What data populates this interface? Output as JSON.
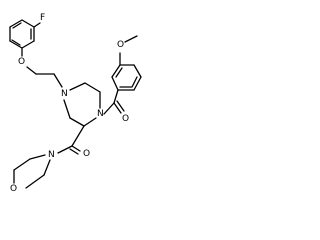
{
  "molecule": {
    "atoms": {
      "fluorine": "F",
      "ether_oxygen": "O",
      "piperazine_n4": "N",
      "piperazine_n1": "N",
      "amide_oxygen_benzoyl": "O",
      "methoxy_oxygen": "O",
      "amide_oxygen_morpholine": "O",
      "morpholine_nitrogen": "N",
      "morpholine_oxygen": "O"
    }
  }
}
